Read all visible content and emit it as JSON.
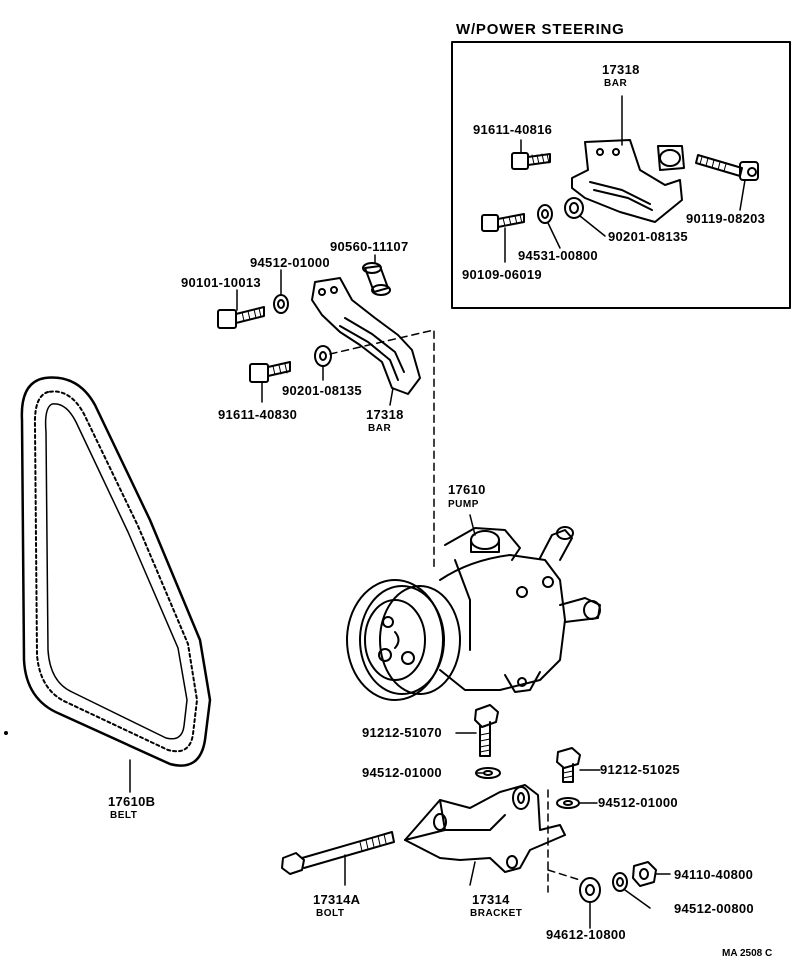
{
  "inset": {
    "title": "W/POWER STEERING",
    "parts": {
      "bar": {
        "number": "17318",
        "name": "BAR"
      },
      "bolt_a": "91611-40816",
      "bolt_b": "90119-08203",
      "bolt_c": "90109-06019",
      "washer_a": "94531-00800",
      "washer_b": "90201-08135"
    }
  },
  "main": {
    "parts": {
      "collar": "90560-11107",
      "washer_top": "94512-01000",
      "bolt_top": "90101-10013",
      "bolt_mid": "91611-40830",
      "washer_mid": "90201-08135",
      "bar": {
        "number": "17318",
        "name": "BAR"
      },
      "pump": {
        "number": "17610",
        "name": "PUMP"
      },
      "belt": {
        "number": "17610B",
        "name": "BELT"
      },
      "bolt_pump": "91212-51070",
      "washer_pump": "94512-01000",
      "bolt_right": "91212-51025",
      "washer_right": "94512-01000",
      "nut": "94110-40800",
      "washer_nut": "94512-00800",
      "washer_low": "94612-10800",
      "long_bolt": {
        "number": "17314A",
        "name": "BOLT"
      },
      "bracket": {
        "number": "17314",
        "name": "BRACKET"
      }
    }
  },
  "footer_code": "MA 2508 C"
}
